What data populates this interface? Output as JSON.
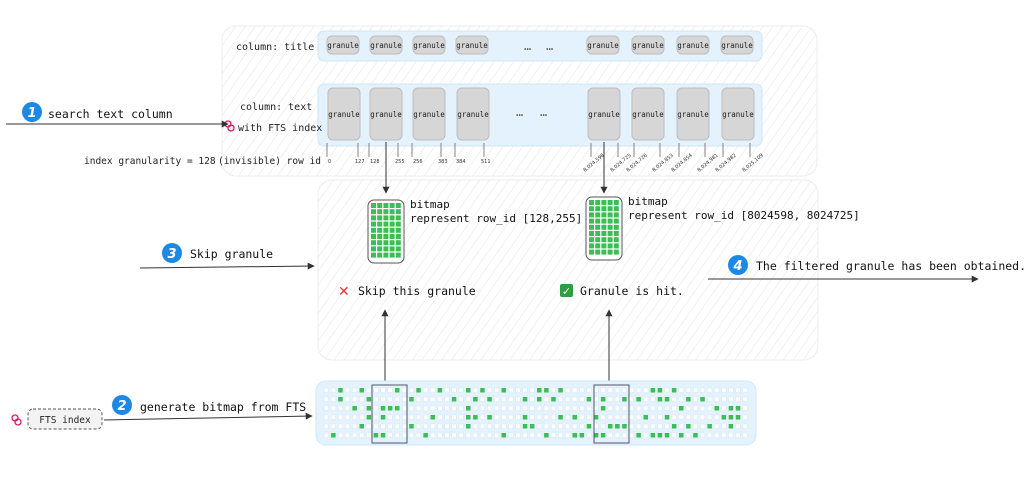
{
  "title_row": {
    "label": "column: title",
    "granules_left": [
      "granule",
      "granule",
      "granule",
      "granule"
    ],
    "ellipsis_1": "…",
    "ellipsis_2": "…",
    "granules_right": [
      "granule",
      "granule",
      "granule",
      "granule"
    ]
  },
  "text_row": {
    "label": "column: text",
    "fts_label": "with FTS index",
    "granules_left": [
      "granule",
      "granule",
      "granule",
      "granule"
    ],
    "ellipsis_1": "…",
    "ellipsis_2": "…",
    "granules_right": [
      "granule",
      "granule",
      "granule",
      "granule"
    ]
  },
  "row_ids": {
    "granularity_label": "index granularity = 128",
    "invisible_label": "(invisible) row id",
    "left_ticks": [
      "0",
      "127",
      "128",
      "255",
      "256",
      "383",
      "384",
      "511"
    ],
    "right_ticks": [
      "8,024,598",
      "8,024,725",
      "8,024,726",
      "8,024,853",
      "8,024,854",
      "8,024,981",
      "8,024,982",
      "8,025,109"
    ]
  },
  "steps": [
    {
      "number": "1",
      "label": "search text column"
    },
    {
      "number": "2",
      "label": "generate bitmap from FTS"
    },
    {
      "number": "3",
      "label": "Skip granule"
    },
    {
      "number": "4",
      "label": "The filtered granule has been obtained."
    }
  ],
  "bitmap_left": {
    "title": "bitmap",
    "desc": "represent row_id [128,255]"
  },
  "bitmap_right": {
    "title": "bitmap",
    "desc": "represent row_id [8024598, 8024725]"
  },
  "skip_text": "Skip this granule",
  "hit_text": "Granule is hit.",
  "skip_mark": "✕",
  "hit_mark": "✓",
  "fts_box_label": "FTS index",
  "colors": {
    "step_circle": "#1e88e5",
    "row_band": "#e3f2fd",
    "granule_fill": "#d6d6d6",
    "bitmap_cell": "#3dbd53",
    "skip_mark": "#e53935",
    "hit_mark": "#2e9e44",
    "link_icon": "#d81b60"
  }
}
